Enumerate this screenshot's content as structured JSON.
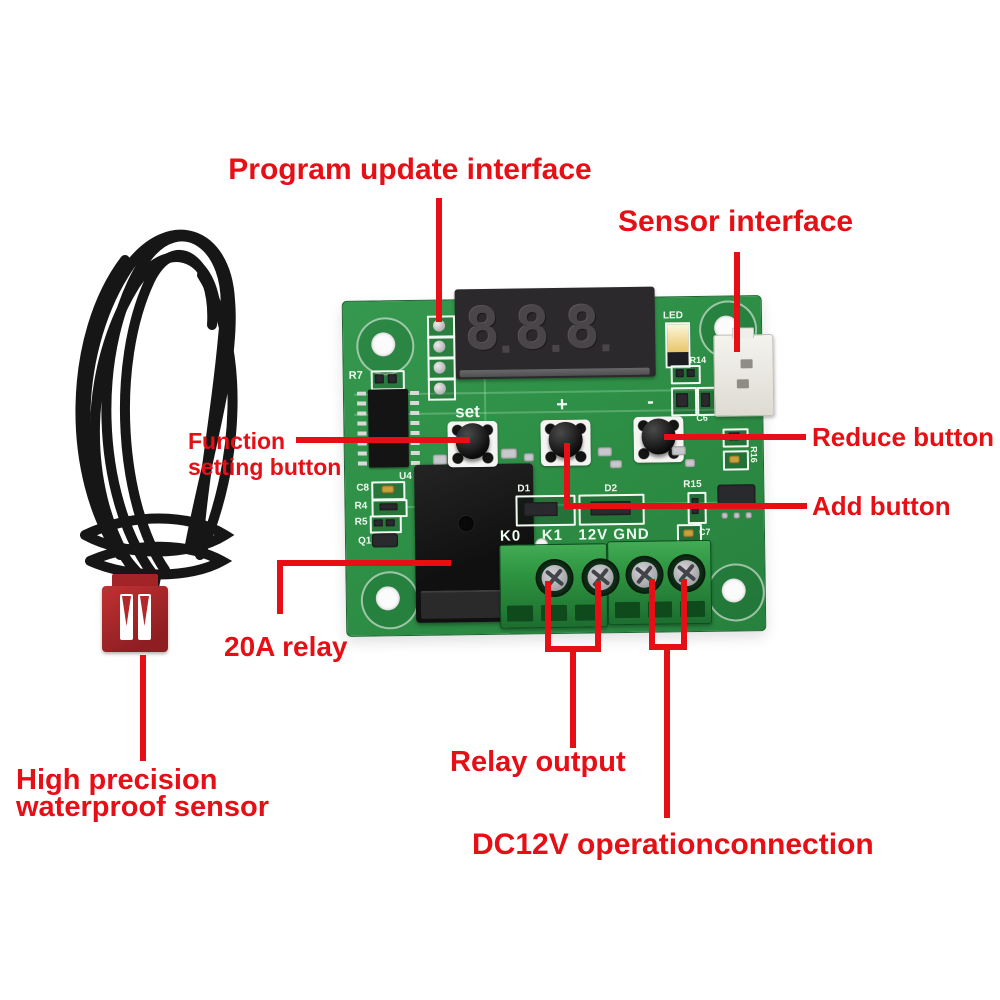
{
  "colors": {
    "annotation_red": "#e60f15",
    "pcb_green": "#2e8f46",
    "terminal_green": "#2f9c45",
    "display_body": "#2b292c",
    "cable_black": "#161616",
    "plug_red": "#b52a2d"
  },
  "annotations": {
    "program_update": "Program update interface",
    "sensor_interface": "Sensor interface",
    "function_setting": [
      "Function",
      "setting button"
    ],
    "reduce": "Reduce button",
    "add": "Add button",
    "relay": "20A relay",
    "relay_output": "Relay output",
    "dc12v": "DC12V operationconnection",
    "waterproof": [
      "High precision",
      "waterproof sensor"
    ]
  },
  "board": {
    "display_digits": [
      "8",
      "8",
      "8"
    ],
    "button_labels": {
      "set": "set",
      "plus": "+",
      "minus": "-"
    },
    "terminal_label": "K0    K1   12V GND",
    "silkscreen": {
      "r7": "R7",
      "u4": "U4",
      "c8": "C8",
      "r4": "R4",
      "r5": "R5",
      "q1": "Q1",
      "d1": "D1",
      "d2": "D2",
      "r15": "R15",
      "r16": "R16",
      "c6": "C6",
      "c7": "C7",
      "led": "LED",
      "r14": "R14"
    }
  }
}
